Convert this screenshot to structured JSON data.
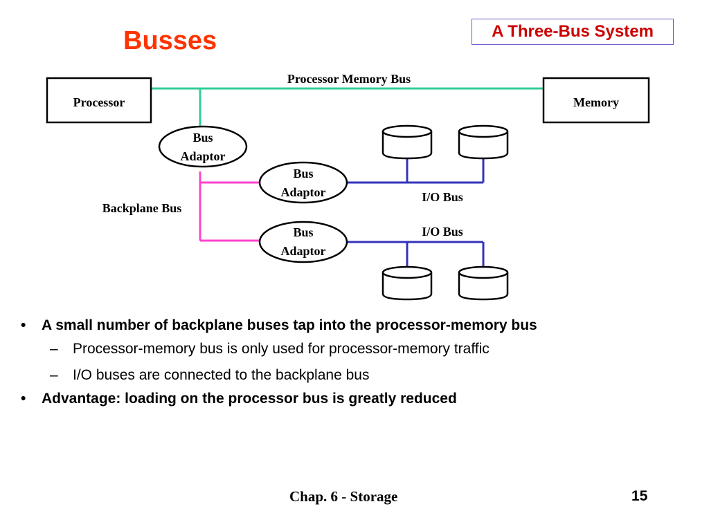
{
  "slide": {
    "title": "Busses",
    "subtitle": "A Three-Bus System"
  },
  "diagram": {
    "processor_label": "Processor",
    "memory_label": "Memory",
    "processor_memory_bus_label": "Processor Memory Bus",
    "bus_adaptor_top": [
      "Bus",
      "Adaptor"
    ],
    "bus_adaptor_mid": [
      "Bus",
      "Adaptor"
    ],
    "bus_adaptor_bottom": [
      "Bus",
      "Adaptor"
    ],
    "backplane_bus_label": "Backplane Bus",
    "io_bus_label_top": "I/O Bus",
    "io_bus_label_bottom": "I/O Bus",
    "colors": {
      "processor_memory_bus": "#33cc99",
      "backplane_bus": "#ff44cc",
      "io_bus": "#3333bb"
    }
  },
  "bullets": [
    {
      "text": "A small number of backplane buses tap into the processor-memory bus",
      "sub": [
        "Processor-memory bus is only used for processor-memory traffic",
        "I/O buses are connected to the backplane bus"
      ]
    },
    {
      "text": "Advantage: loading on the processor bus is greatly reduced",
      "sub": []
    }
  ],
  "bullet_marker": "•",
  "sub_marker": "–",
  "footer": {
    "chapter": "Chap. 6 - Storage",
    "page_number": "15"
  }
}
